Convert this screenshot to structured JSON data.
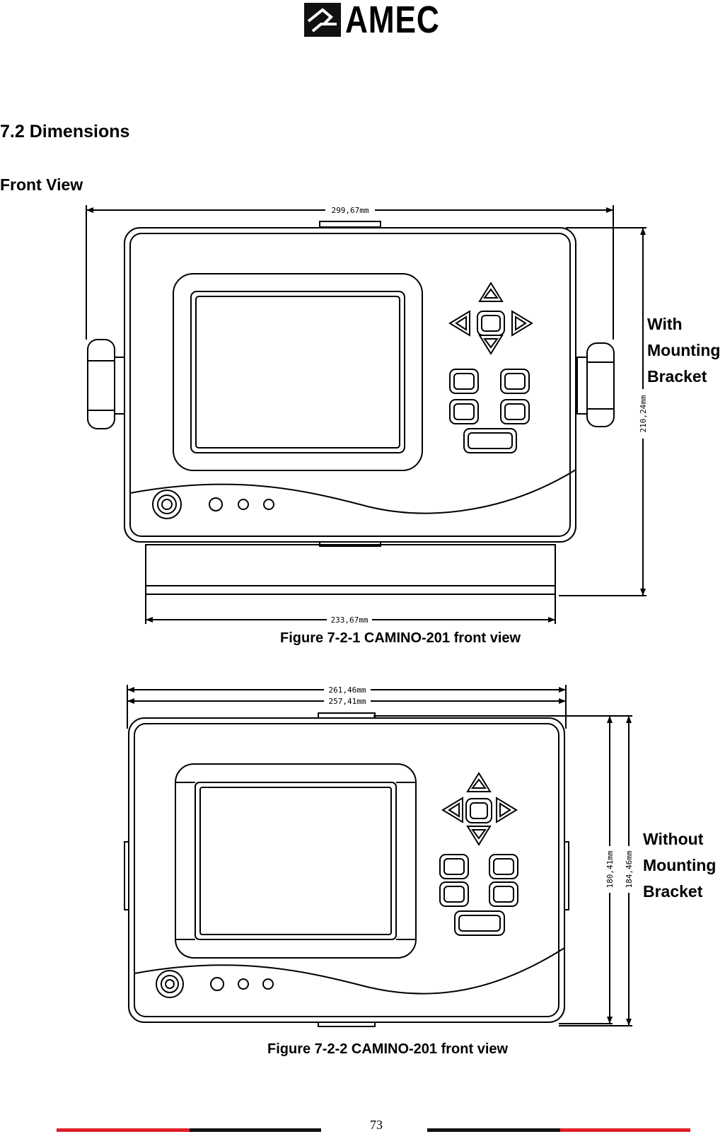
{
  "header": {
    "logo_text": "AMEC"
  },
  "section": {
    "title": "7.2 Dimensions",
    "subtitle": "Front View"
  },
  "figure1": {
    "caption": "Figure 7-2-1 CAMINO-201 front view",
    "label_lines": [
      "With",
      "Mounting",
      "Bracket"
    ],
    "dim_top": "299,67mm",
    "dim_bottom": "233,67mm",
    "dim_height": "210,24mm"
  },
  "figure2": {
    "caption": "Figure 7-2-2 CAMINO-201 front view",
    "label_lines": [
      "Without",
      "Mounting",
      "Bracket"
    ],
    "dim_top_outer": "261,46mm",
    "dim_top_inner": "257,41mm",
    "dim_height_inner": "180,41mm",
    "dim_height_outer": "184,46mm"
  },
  "footer": {
    "page_number": "73",
    "colors": {
      "red": "#e0202a",
      "black": "#111111"
    }
  }
}
